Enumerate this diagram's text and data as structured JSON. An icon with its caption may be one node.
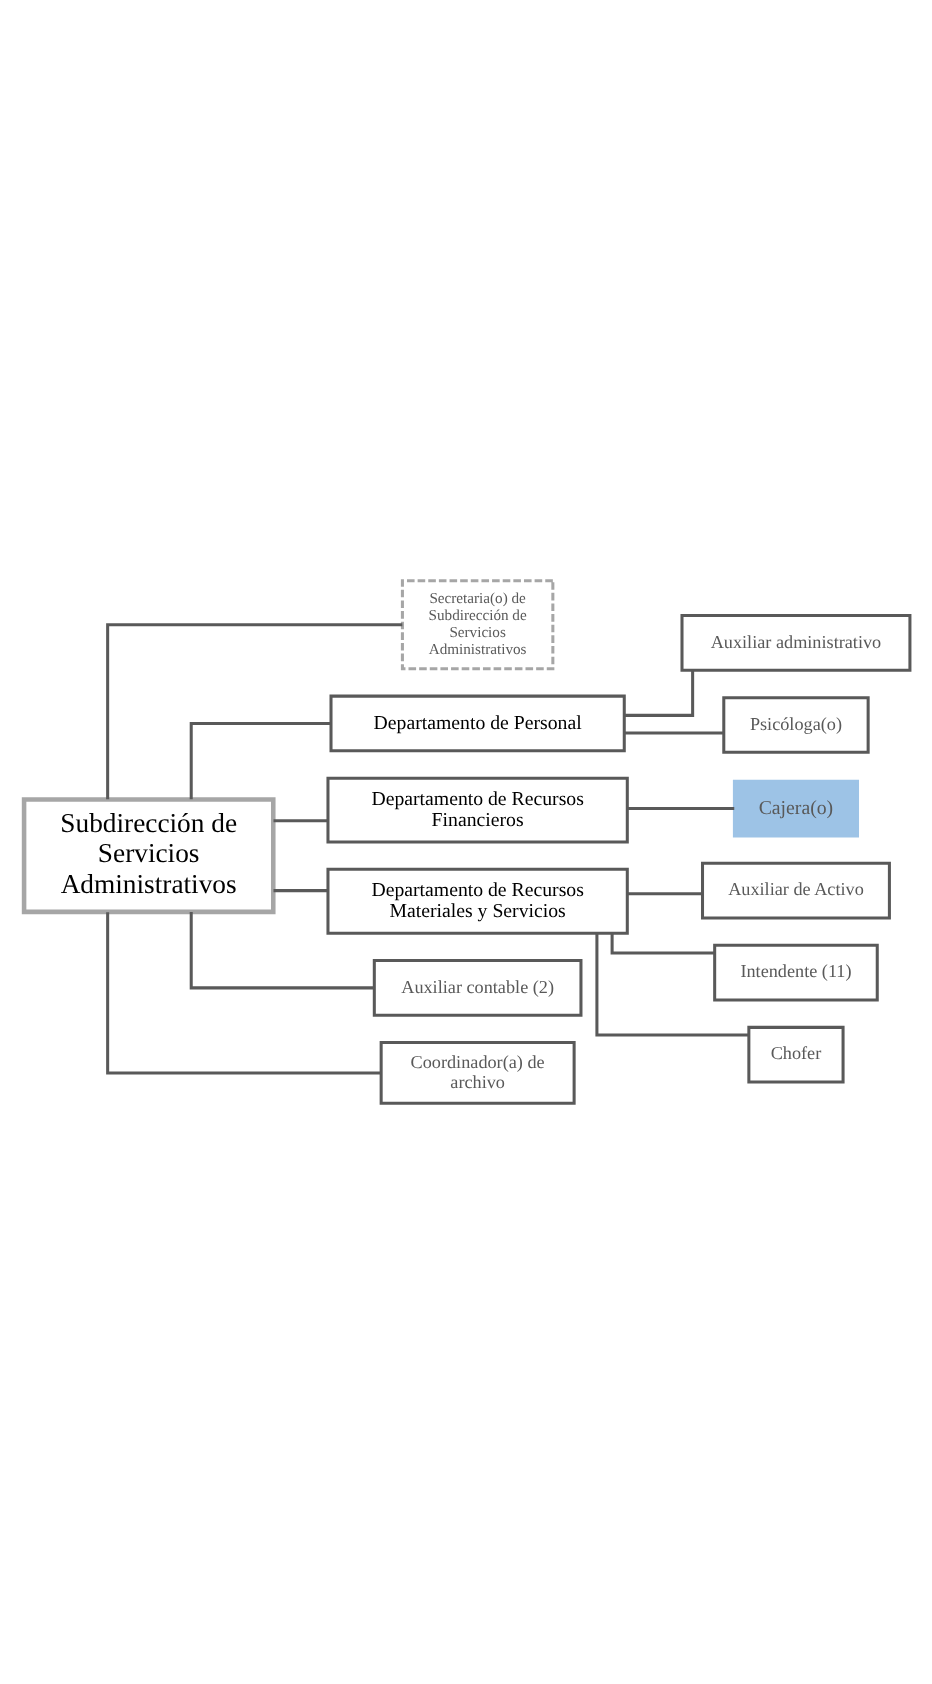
{
  "diagram": {
    "nodes": [
      {
        "text": [
          "Subdirección de Servicios Administrativos"
        ]
      },
      {
        "text": [
          "Secretaria(o) de Subdirección de Servicios Administrativos"
        ]
      },
      {
        "text": [
          "Departamento de Personal"
        ]
      },
      {
        "text": [
          "Auxiliar administrativo"
        ]
      },
      {
        "text": [
          "Psicóloga(o)"
        ]
      },
      {
        "text": [
          "Departamento de Recursos Financieros"
        ]
      },
      {
        "text": [
          "Cajera(o)"
        ]
      },
      {
        "text": [
          "Departamento de Recursos Materiales y Servicios"
        ]
      },
      {
        "text": [
          "Auxiliar de Activo"
        ]
      },
      {
        "text": [
          "Intendente (11)"
        ]
      },
      {
        "text": [
          "Chofer"
        ]
      },
      {
        "text": [
          "Auxiliar contable (2)"
        ]
      },
      {
        "text": [
          "Coordinador(a) de archivo"
        ]
      }
    ],
    "edges": [
      {
        "from": 0,
        "to": 1,
        "arrow": "none"
      },
      {
        "from": 0,
        "to": 2,
        "arrow": "none"
      },
      {
        "from": 2,
        "to": 3,
        "arrow": "none"
      },
      {
        "from": 2,
        "to": 4,
        "arrow": "none"
      },
      {
        "from": 0,
        "to": 5,
        "arrow": "none"
      },
      {
        "from": 5,
        "to": 6,
        "arrow": "none"
      },
      {
        "from": 0,
        "to": 7,
        "arrow": "none"
      },
      {
        "from": 7,
        "to": 8,
        "arrow": "none"
      },
      {
        "from": 7,
        "to": 9,
        "arrow": "none"
      },
      {
        "from": 7,
        "to": 10,
        "arrow": "none"
      },
      {
        "from": 0,
        "to": 11,
        "arrow": "none"
      },
      {
        "from": 0,
        "to": 12,
        "arrow": "none"
      }
    ]
  }
}
